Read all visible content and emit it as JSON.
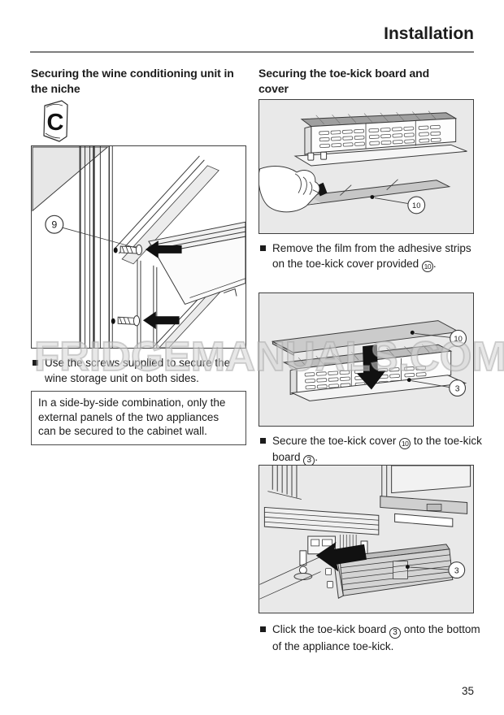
{
  "header": {
    "title": "Installation"
  },
  "footer": {
    "page_number": "35"
  },
  "watermark": "FRIDGEMANUALS.COM",
  "left_column": {
    "heading": "Securing the wine conditioning unit in the niche",
    "screw_pack_letter": "C",
    "figure_callout": "9",
    "bullet": "Use the screws supplied to secure the wine storage unit on both sides.",
    "note": "In a side-by-side combination, only the external panels of the two appliances can be secured to the cabinet wall."
  },
  "right_column": {
    "heading": "Securing the toe-kick board and cover",
    "figure_film_callout": "10",
    "bullet_film": {
      "t1": "Remove the film from the adhesive strips on the toe-kick cover provided ",
      "c1": "10",
      "t2": "."
    },
    "figure_attach_callout_cover": "10",
    "figure_attach_callout_board": "3",
    "bullet_attach": {
      "t1": "Secure the toe-kick cover ",
      "c1": "10",
      "t2": " to the toe-kick board ",
      "c2": "3",
      "t3": "."
    },
    "figure_click_callout": "3",
    "bullet_click": {
      "t1": "Click the toe-kick board ",
      "c1": "3",
      "t2": " onto the bottom of the appliance toe-kick."
    }
  }
}
